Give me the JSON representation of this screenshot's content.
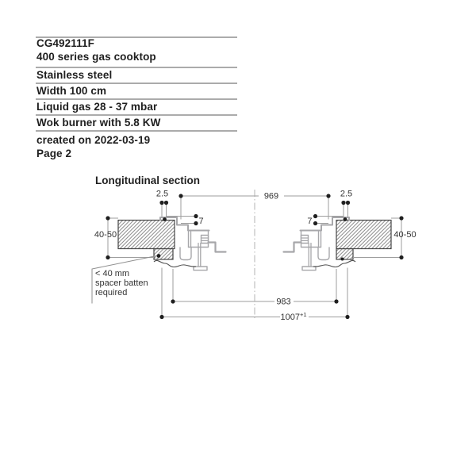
{
  "document": {
    "model": "CG492111F",
    "series": "400 series gas cooktop",
    "specs": [
      "Stainless steel",
      "Width 100 cm",
      "Liquid gas 28 - 37 mbar",
      "Wok burner with 5.8 KW"
    ],
    "created": "created on 2022-03-19",
    "page": "Page 2"
  },
  "drawing": {
    "title": "Longitudinal section",
    "dimensions": {
      "flange_edge": "2.5",
      "step": "7",
      "worktop_thickness": "40-50",
      "inner_span": "969",
      "cutout_span": "983",
      "overall_span": "1007",
      "overall_tolerance": "+1"
    },
    "note": {
      "line1": "< 40 mm",
      "line2": "spacer batten",
      "line3": "required"
    },
    "colors": {
      "ink": "#1f1f1f",
      "dim_line": "#9e9e9e",
      "profile_gray": "#a7a7aa",
      "hatch": "#828282",
      "centerline": "#b3b3b3"
    }
  }
}
